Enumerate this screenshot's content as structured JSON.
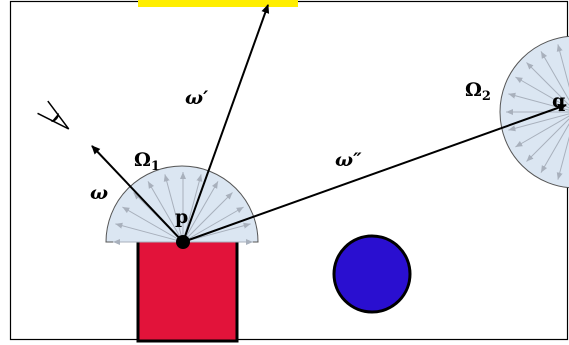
{
  "labels": {
    "omega": "ω",
    "omega_prime": "ω′",
    "omega_double_prime": "ω″",
    "Omega1": "Ω",
    "Omega1_sub": "1",
    "Omega2": "Ω",
    "Omega2_sub": "2",
    "p": "p",
    "q": "q"
  },
  "colors": {
    "frame": "#000000",
    "light_bar": "#ffee00",
    "square": "#e2133a",
    "sphere": "#2a0fd0",
    "hemisphere_fill": "#dbe6f2",
    "hemisphere_arrows": "#a8b0bc",
    "ray": "#000000"
  },
  "icons": {
    "eye": "eye-icon"
  }
}
